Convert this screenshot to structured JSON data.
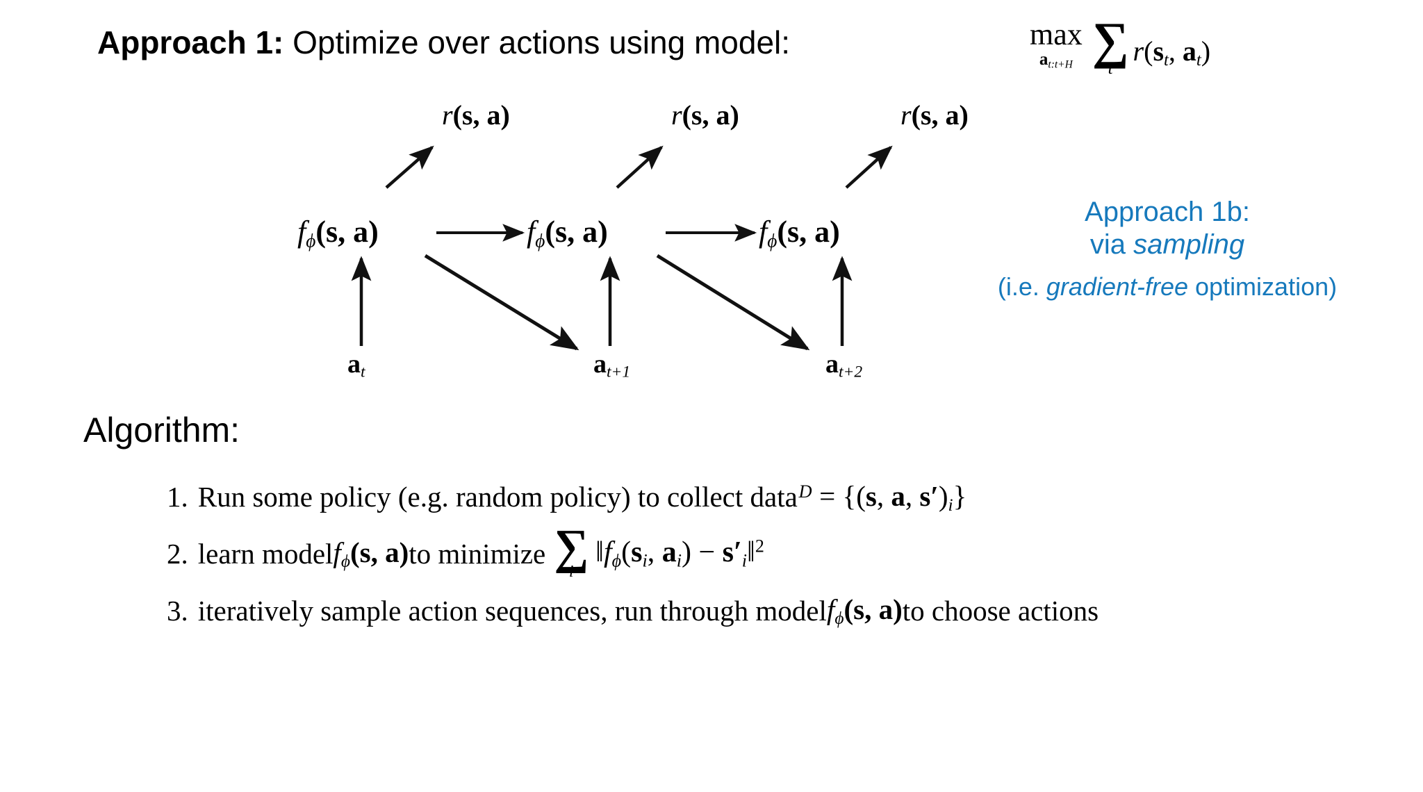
{
  "slide": {
    "background_color": "#ffffff",
    "accent_blue": "#1679bc",
    "text_color": "#000000"
  },
  "header": {
    "lead": "Approach 1:",
    "rest": " Optimize over actions using model:",
    "objective": {
      "operator": "max",
      "operator_subscript_a": "a",
      "operator_subscript_range": "t:t+H",
      "sum_symbol": "∑",
      "sum_index": "t",
      "reward_fn": "r",
      "reward_args_open": "(",
      "reward_state": "s",
      "reward_state_sub": "t",
      "reward_comma": ", ",
      "reward_action": "a",
      "reward_action_sub": "t",
      "reward_args_close": ")"
    }
  },
  "diagram": {
    "model_nodes": [
      {
        "id": "model-0",
        "f": "f",
        "phi": "ϕ",
        "args": "(s, a)"
      },
      {
        "id": "model-1",
        "f": "f",
        "phi": "ϕ",
        "args": "(s, a)"
      },
      {
        "id": "model-2",
        "f": "f",
        "phi": "ϕ",
        "args": "(s, a)"
      }
    ],
    "reward_nodes": [
      {
        "id": "reward-0",
        "fn": "r",
        "args": "(s, a)"
      },
      {
        "id": "reward-1",
        "fn": "r",
        "args": "(s, a)"
      },
      {
        "id": "reward-2",
        "fn": "r",
        "args": "(s, a)"
      }
    ],
    "action_nodes": [
      {
        "id": "action-0",
        "symbol": "a",
        "subscript": "t"
      },
      {
        "id": "action-1",
        "symbol": "a",
        "subscript": "t+1"
      },
      {
        "id": "action-2",
        "symbol": "a",
        "subscript": "t+2"
      }
    ]
  },
  "callout": {
    "line1": "Approach 1b:",
    "line2_prefix": "via ",
    "line2_emphasis": "sampling",
    "line3_prefix": "(i.e. ",
    "line3_emphasis": "gradient-free",
    "line3_suffix": " optimization)"
  },
  "algorithm": {
    "title": "Algorithm:",
    "steps": [
      {
        "number": "1.",
        "text_before": "Run some policy (e.g. random policy) to collect data ",
        "dataset_symbol": "ᴰ",
        "dataset_equals": " = {(",
        "dataset_state": "s",
        "dataset_comma1": ", ",
        "dataset_action": "a",
        "dataset_comma2": ", ",
        "dataset_next_state": "s′",
        "dataset_close": ")",
        "dataset_index": "i",
        "dataset_brace": "}"
      },
      {
        "number": "2.",
        "text_before": "learn model ",
        "model_f": "f",
        "model_phi": "ϕ",
        "model_args": "(s, a)",
        "text_after": " to minimize",
        "sum_symbol": "∑",
        "sum_index": "i",
        "loss_open": "‖",
        "loss_f": "f",
        "loss_phi": "ϕ",
        "loss_paren_open": "(",
        "loss_state": "s",
        "loss_state_sub": "i",
        "loss_comma": ", ",
        "loss_action": "a",
        "loss_action_sub": "i",
        "loss_paren_close": ")",
        "loss_minus": " − ",
        "loss_target": "s′",
        "loss_target_sub": "i",
        "loss_close": "‖",
        "loss_power": "2"
      },
      {
        "number": "3.",
        "text_before": "iteratively sample action sequences, run through model ",
        "model_f": "f",
        "model_phi": "ϕ",
        "model_args": "(s, a)",
        "text_after": " to choose actions"
      }
    ]
  }
}
